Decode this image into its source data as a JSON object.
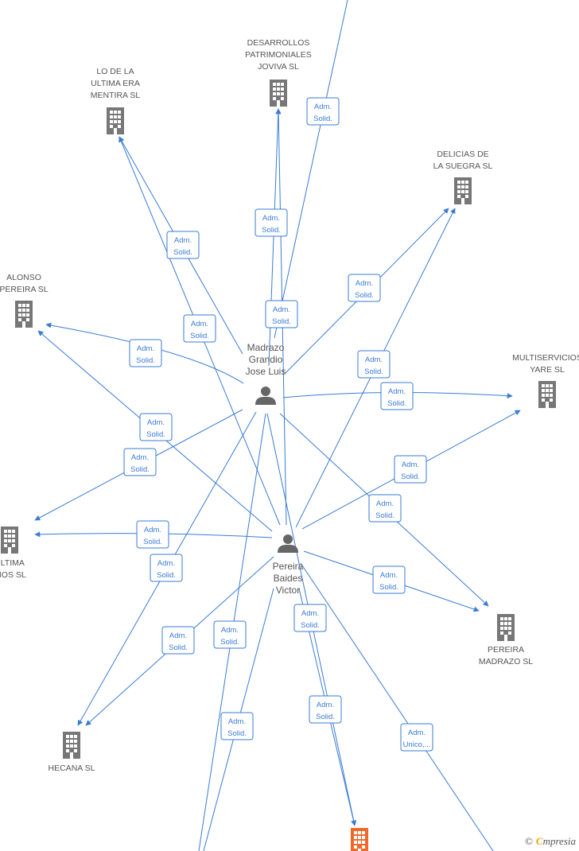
{
  "companies": [
    {
      "id": "lodela",
      "name": [
        "LO DE LA",
        "ULTIMA ERA",
        "MENTIRA  SL"
      ],
      "color": "#777777"
    },
    {
      "id": "desarrollos",
      "name": [
        "DESARROLLOS",
        "PATRIMONIALES",
        "JOVIVA  SL"
      ],
      "color": "#777777"
    },
    {
      "id": "delicias",
      "name": [
        "DELICIAS DE",
        "LA SUEGRA  SL"
      ],
      "color": "#777777"
    },
    {
      "id": "alonso",
      "name": [
        "ALONSO",
        "PEREIRA  SL"
      ],
      "color": "#777777"
    },
    {
      "id": "multiservicios",
      "name": [
        "MULTISERVICIOS",
        "YARE SL"
      ],
      "color": "#777777"
    },
    {
      "id": "ultima",
      "name": [
        "ULTIMA",
        "DIOS  SL"
      ],
      "color": "#777777"
    },
    {
      "id": "pereiramadrazo",
      "name": [
        "PEREIRA",
        "MADRAZO  SL"
      ],
      "color": "#777777"
    },
    {
      "id": "hecana",
      "name": [
        "HECANA SL"
      ],
      "color": "#777777"
    },
    {
      "id": "bottom",
      "name": [],
      "color": "#f0692a"
    }
  ],
  "persons": [
    {
      "id": "madrazo",
      "name": [
        "Madrazo",
        "Grandio",
        "Jose Luis"
      ]
    },
    {
      "id": "pereira",
      "name": [
        "Pereira",
        "Baides",
        "Victor"
      ]
    }
  ],
  "edge_labels": [
    {
      "text": [
        "Adm.",
        "Solid."
      ]
    },
    {
      "text": [
        "Adm.",
        "Solid."
      ]
    },
    {
      "text": [
        "Adm.",
        "Solid."
      ]
    },
    {
      "text": [
        "Adm.",
        "Solid."
      ]
    },
    {
      "text": [
        "Adm.",
        "Solid."
      ]
    },
    {
      "text": [
        "Adm.",
        "Solid."
      ]
    },
    {
      "text": [
        "Adm.",
        "Solid."
      ]
    },
    {
      "text": [
        "Adm.",
        "Solid."
      ]
    },
    {
      "text": [
        "Adm.",
        "Solid."
      ]
    },
    {
      "text": [
        "Adm.",
        "Solid."
      ]
    },
    {
      "text": [
        "Adm.",
        "Solid."
      ]
    },
    {
      "text": [
        "Adm.",
        "Solid."
      ]
    },
    {
      "text": [
        "Adm.",
        "Solid."
      ]
    },
    {
      "text": [
        "Adm.",
        "Solid."
      ]
    },
    {
      "text": [
        "Adm.",
        "Solid."
      ]
    },
    {
      "text": [
        "Adm.",
        "Solid."
      ]
    },
    {
      "text": [
        "Adm.",
        "Solid."
      ]
    },
    {
      "text": [
        "Adm.",
        "Solid."
      ]
    },
    {
      "text": [
        "Adm.",
        "Solid."
      ]
    },
    {
      "text": [
        "Adm.",
        "Solid."
      ]
    },
    {
      "text": [
        "Adm.",
        "Solid."
      ]
    },
    {
      "text": [
        "Adm.",
        "Unico,..."
      ]
    }
  ],
  "brand": {
    "copyright": "©",
    "name_first": "C",
    "name_rest": "mpresia"
  },
  "colors": {
    "edge": "#3a7bd5",
    "building": "#777777",
    "highlight": "#f0692a"
  }
}
